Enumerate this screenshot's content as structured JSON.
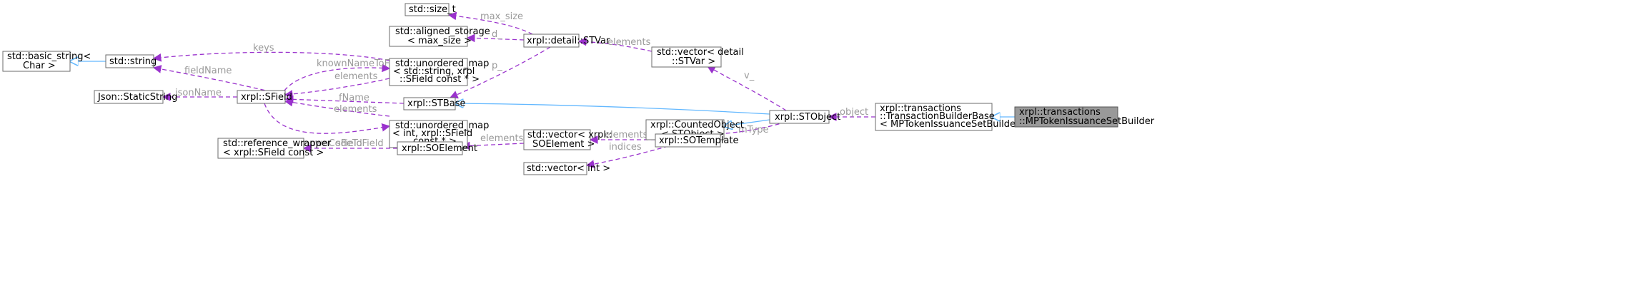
{
  "nodes": [
    {
      "id": "basic_string",
      "lines": [
        "std::basic_string<",
        "Char >"
      ]
    },
    {
      "id": "string",
      "lines": [
        "std::string"
      ]
    },
    {
      "id": "static_string",
      "lines": [
        "Json::StaticString"
      ]
    },
    {
      "id": "sfield",
      "lines": [
        "xrpl::SField"
      ]
    },
    {
      "id": "ref_wrapper",
      "lines": [
        "std::reference_wrapper",
        "< xrpl::SField const >"
      ]
    },
    {
      "id": "size_t",
      "lines": [
        "std::size_t"
      ]
    },
    {
      "id": "aligned_storage",
      "lines": [
        "std::aligned_storage",
        "< max_size >"
      ]
    },
    {
      "id": "unordered_map_str",
      "lines": [
        "std::unordered_map",
        "< std::string, xrpl",
        "::SField const * >"
      ]
    },
    {
      "id": "stbase",
      "lines": [
        "xrpl::STBase"
      ]
    },
    {
      "id": "unordered_map_int",
      "lines": [
        "std::unordered_map",
        "< int, xrpl::SField",
        "const * >"
      ]
    },
    {
      "id": "soelement",
      "lines": [
        "xrpl::SOElement"
      ]
    },
    {
      "id": "stvar",
      "lines": [
        "xrpl::detail::STVar"
      ]
    },
    {
      "id": "vector_stvar",
      "lines": [
        "std::vector< detail",
        "::STVar >"
      ]
    },
    {
      "id": "counted_object",
      "lines": [
        "xrpl::CountedObject",
        "< STObject >"
      ]
    },
    {
      "id": "vector_soelement",
      "lines": [
        "std::vector< xrpl::",
        "SOElement >"
      ]
    },
    {
      "id": "sotemplate",
      "lines": [
        "xrpl::SOTemplate"
      ]
    },
    {
      "id": "vector_int",
      "lines": [
        "std::vector< int >"
      ]
    },
    {
      "id": "stobject",
      "lines": [
        "xrpl::STObject"
      ]
    },
    {
      "id": "tx_builder_base",
      "lines": [
        "xrpl::transactions",
        "::TransactionBuilderBase",
        "< MPTokenIssuanceSetBuilder >"
      ]
    },
    {
      "id": "mpt_builder",
      "lines": [
        "xrpl::transactions",
        "::MPTokenIssuanceSetBuilder"
      ],
      "highlight": true
    }
  ],
  "edges": [
    {
      "id": "string_to_basic_string",
      "kind": "inherit",
      "label": ""
    },
    {
      "id": "string_to_sfield",
      "kind": "member",
      "label": "fieldName"
    },
    {
      "id": "string_to_umap_str",
      "kind": "member",
      "label": "keys"
    },
    {
      "id": "static_string_to_sfield",
      "kind": "member",
      "label": "jsonName"
    },
    {
      "id": "sfield_to_umap_str_known",
      "kind": "member",
      "label": "knownNameToField"
    },
    {
      "id": "sfield_to_umap_str_elements",
      "kind": "member",
      "label": "elements"
    },
    {
      "id": "sfield_to_stbase",
      "kind": "member",
      "label": "fName"
    },
    {
      "id": "sfield_to_umap_int_elements",
      "kind": "member",
      "label": "elements"
    },
    {
      "id": "sfield_to_umap_int_known",
      "kind": "member",
      "label": "knownCodeToField"
    },
    {
      "id": "ref_wrapper_to_soelement",
      "kind": "member",
      "label": "sField"
    },
    {
      "id": "size_t_to_stvar",
      "kind": "member",
      "label": "max_size"
    },
    {
      "id": "aligned_storage_to_stvar",
      "kind": "member",
      "label": "d_"
    },
    {
      "id": "stbase_to_stvar",
      "kind": "member",
      "label": "p_"
    },
    {
      "id": "stvar_to_vector_stvar",
      "kind": "member",
      "label": "elements"
    },
    {
      "id": "vector_stvar_to_stobject",
      "kind": "member",
      "label": "v_"
    },
    {
      "id": "stbase_to_stobject",
      "kind": "inherit",
      "label": ""
    },
    {
      "id": "counted_to_stobject",
      "kind": "inherit",
      "label": ""
    },
    {
      "id": "soelement_to_vector_soelement",
      "kind": "member",
      "label": "elements"
    },
    {
      "id": "vector_soelement_to_sotemplate",
      "kind": "member",
      "label": "elements"
    },
    {
      "id": "vector_int_to_sotemplate",
      "kind": "member",
      "label": "indices"
    },
    {
      "id": "sotemplate_to_stobject",
      "kind": "member",
      "label": "mType"
    },
    {
      "id": "stobject_to_tx_builder",
      "kind": "member",
      "label": "object"
    },
    {
      "id": "tx_builder_to_mpt",
      "kind": "inherit",
      "label": ""
    }
  ],
  "colors": {
    "inheritance": "#63b8ff",
    "member": "#9a32cd",
    "label": "#9a9a9a",
    "highlight_fill": "#999999"
  }
}
